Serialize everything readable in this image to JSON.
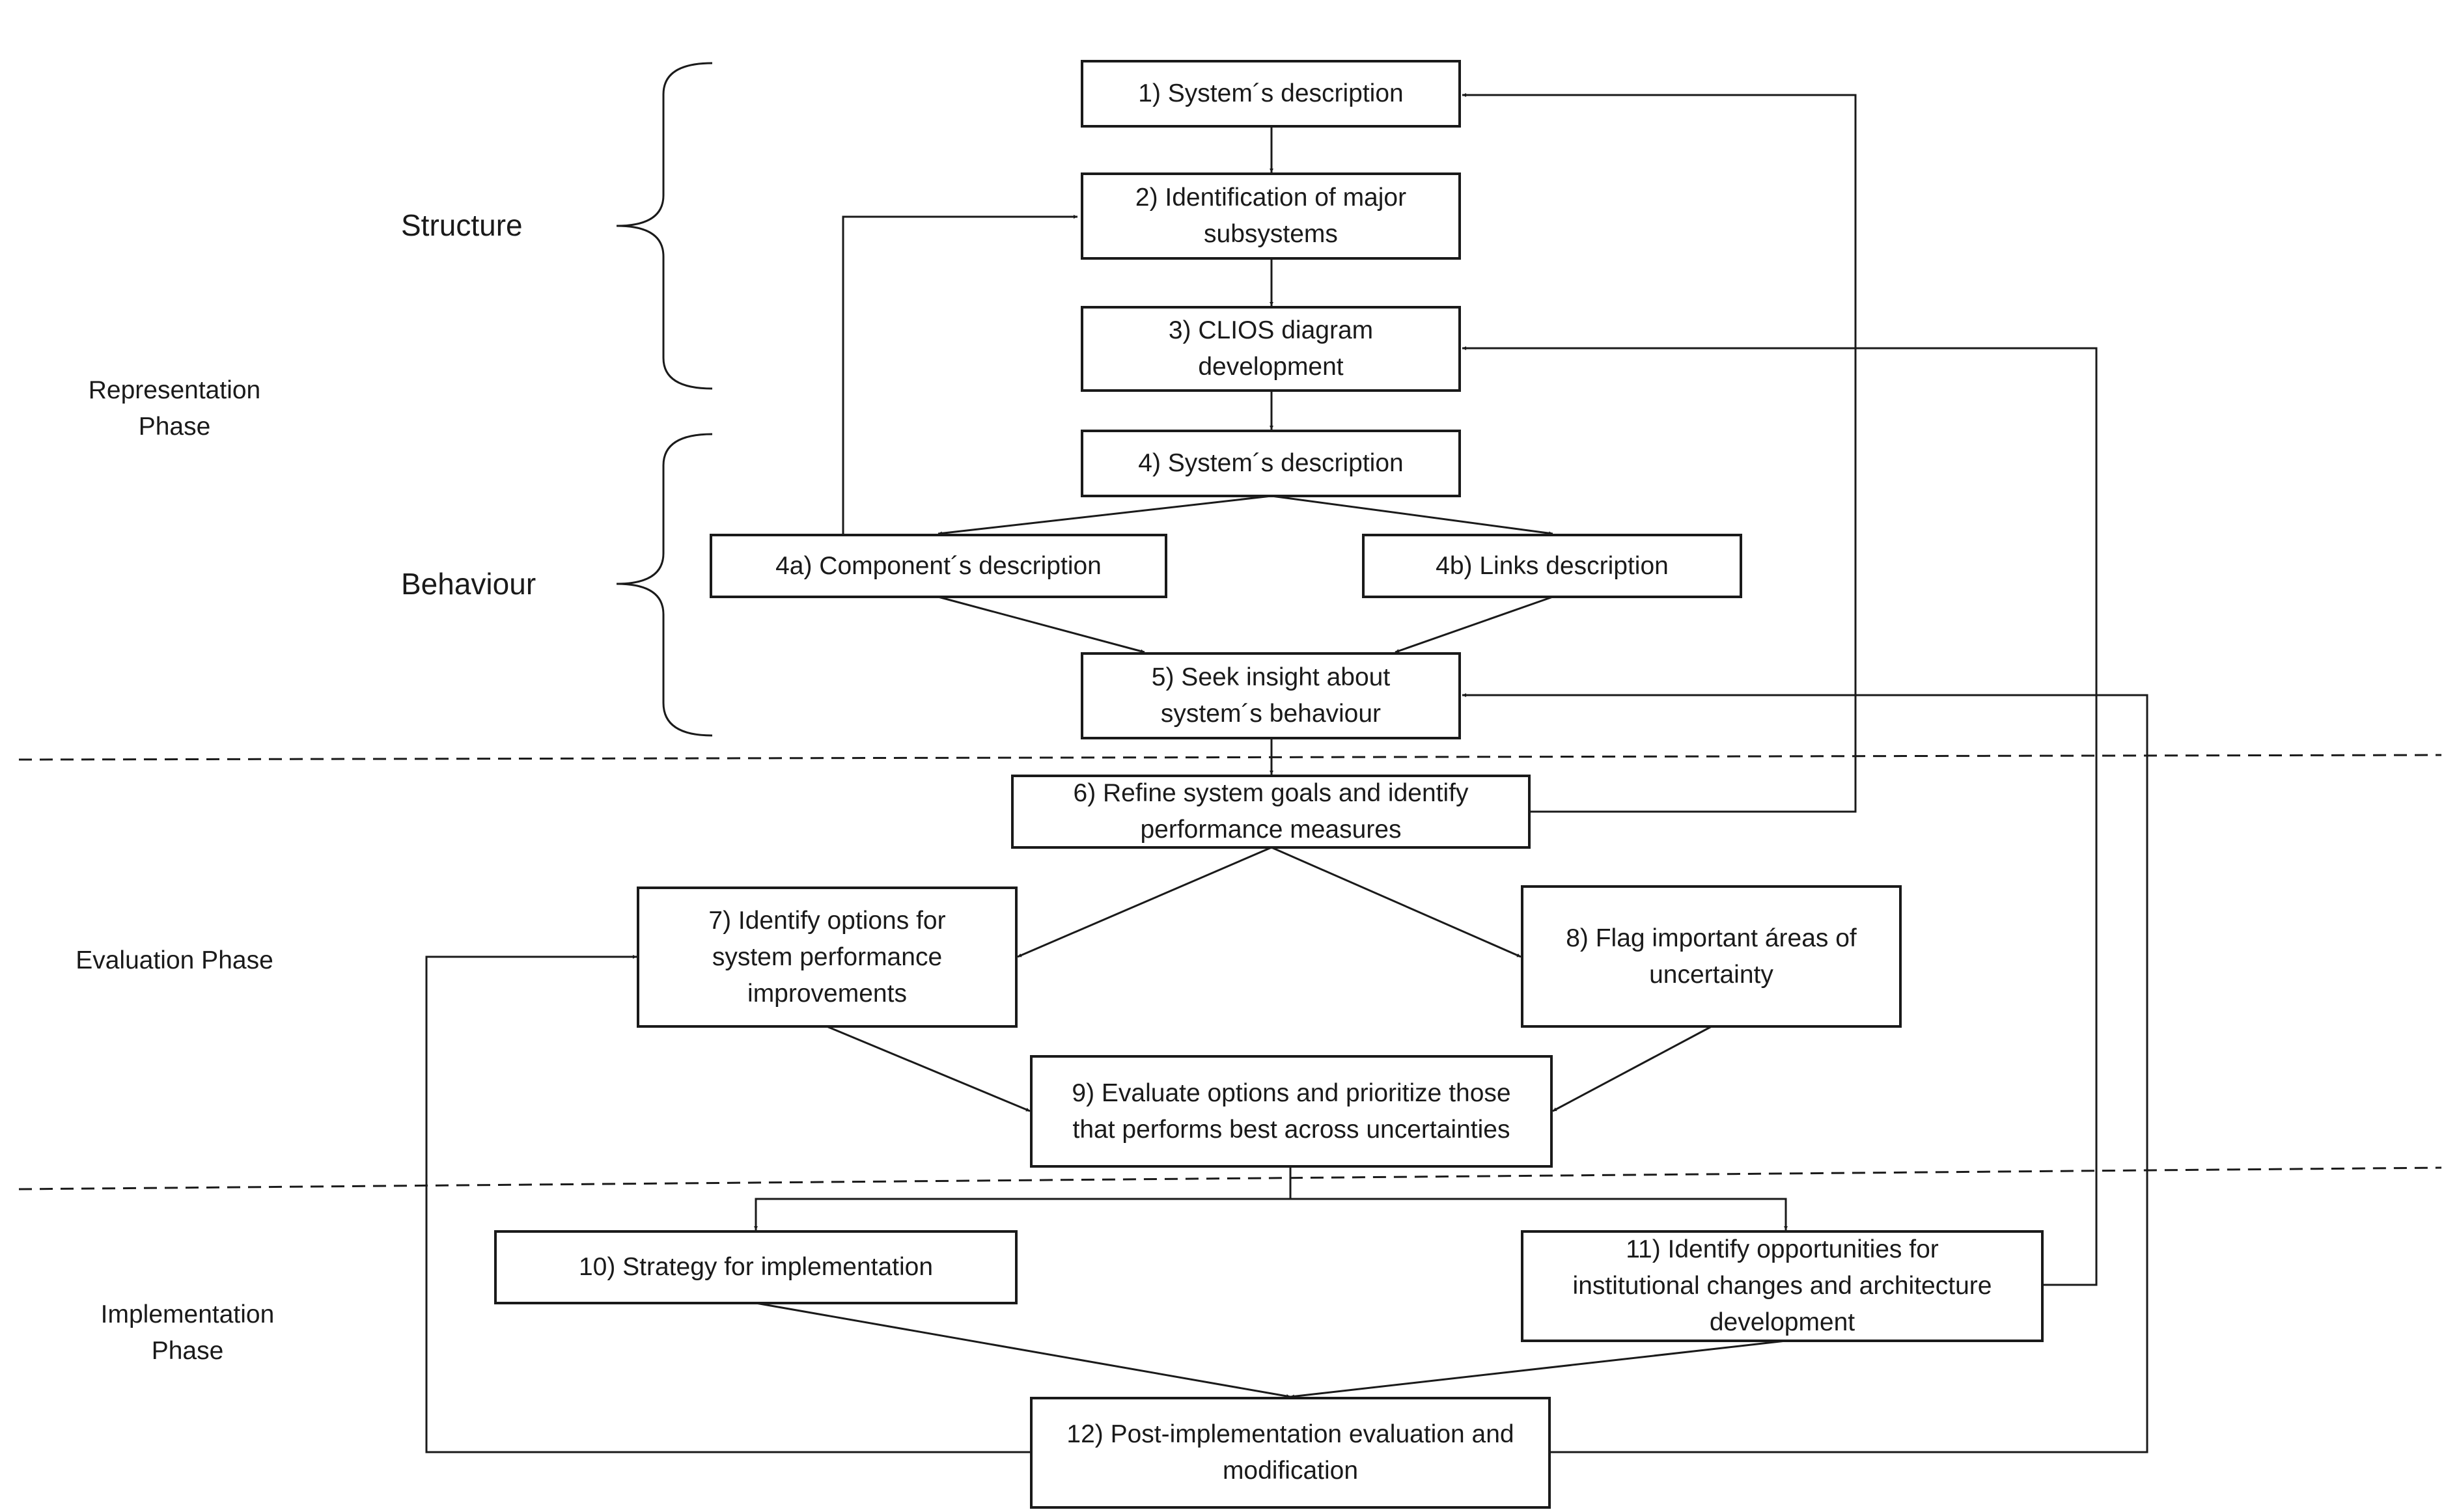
{
  "phases": {
    "representation": "Representation\nPhase",
    "evaluation": "Evaluation Phase",
    "implementation": "Implementation\nPhase"
  },
  "groups": {
    "structure": "Structure",
    "behaviour": "Behaviour"
  },
  "steps": {
    "s1": "1) System´s description",
    "s2": "2) Identification of major\nsubsystems",
    "s3": "3) CLIOS diagram\ndevelopment",
    "s4": "4) System´s description",
    "s4a": "4a) Component´s description",
    "s4b": "4b) Links description",
    "s5": "5) Seek insight about\nsystem´s behaviour",
    "s6": "6) Refine system goals and identify\nperformance measures",
    "s7": "7) Identify options for\nsystem performance\nimprovements",
    "s8": "8) Flag important áreas of\nuncertainty",
    "s9": "9) Evaluate options and prioritize those\nthat performs best across uncertainties",
    "s10": "10) Strategy for implementation",
    "s11": "11) Identify opportunities for\ninstitutional changes and architecture\ndevelopment",
    "s12": "12) Post-implementation evaluation and\nmodification"
  },
  "colors": {
    "stroke": "#1a1a1a",
    "background": "#ffffff"
  }
}
